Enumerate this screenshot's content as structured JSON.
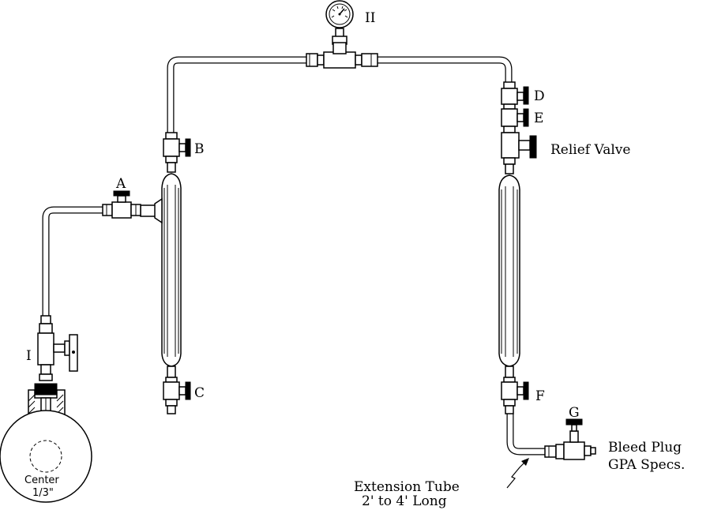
{
  "labels": {
    "gauge": "II",
    "valve_a": "A",
    "valve_b": "B",
    "valve_c": "C",
    "valve_d": "D",
    "valve_e": "E",
    "relief_valve": "Relief Valve",
    "valve_f": "F",
    "valve_g": "G",
    "valve_i": "I",
    "bleed_plug_line1": "Bleed Plug",
    "bleed_plug_line2": "GPA Specs.",
    "extension_tube_line1": "Extension Tube",
    "extension_tube_line2": "2' to 4' Long",
    "center_line1": "Center",
    "center_line2": "1/3\""
  }
}
